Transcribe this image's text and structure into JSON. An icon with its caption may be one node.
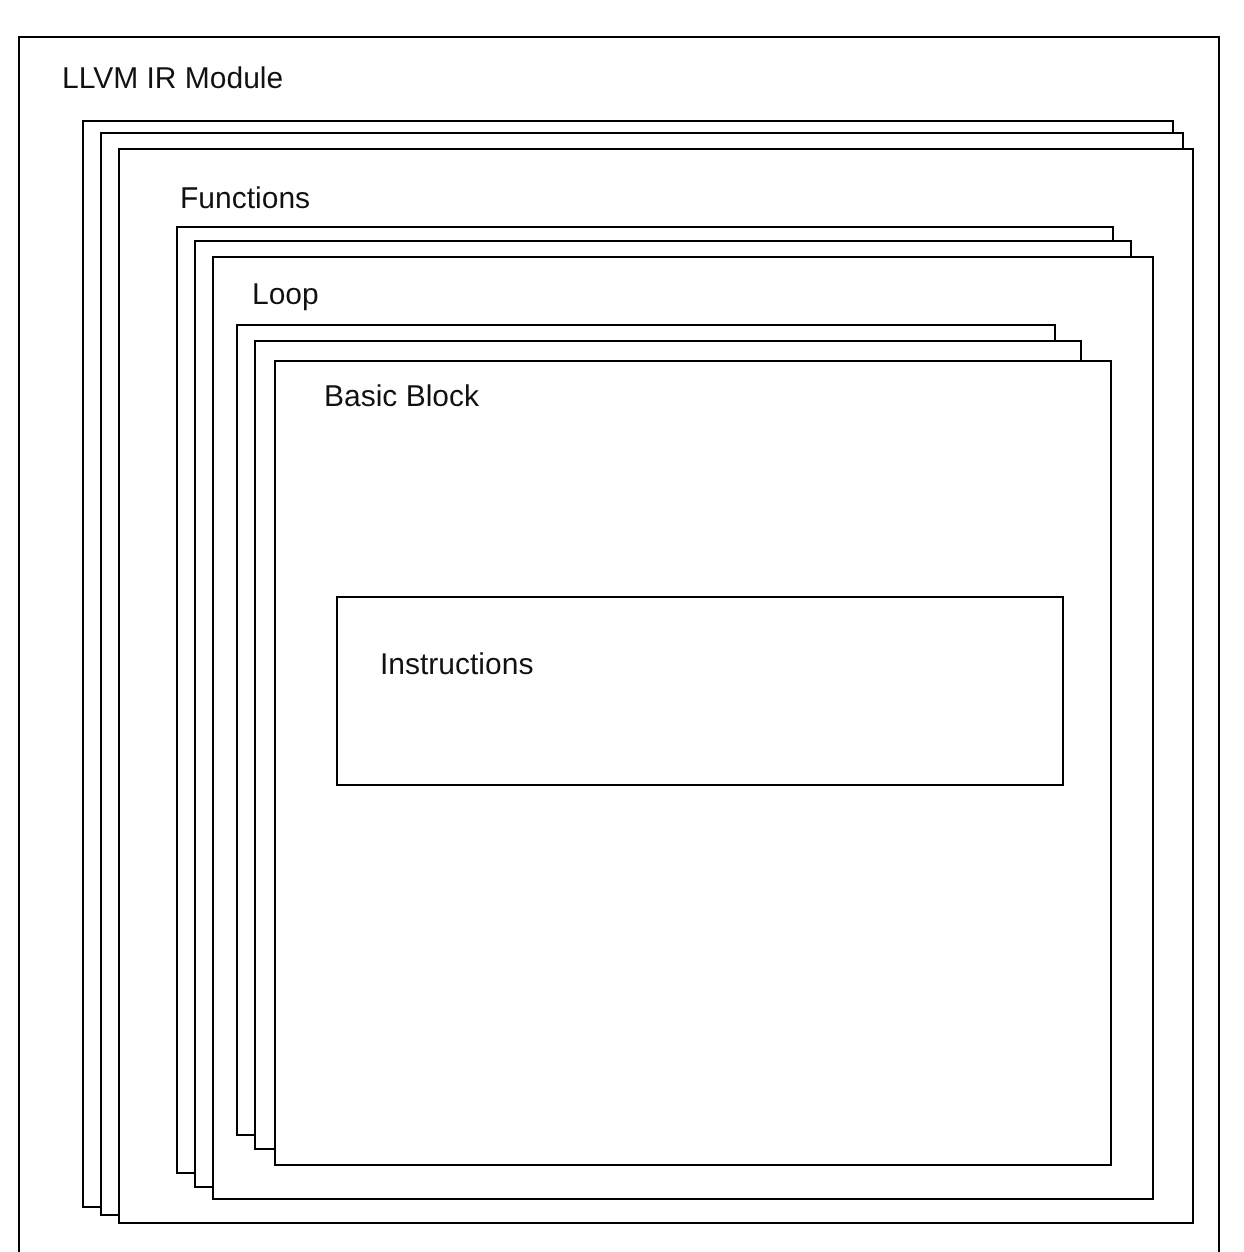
{
  "diagram": {
    "nodes": [
      {
        "text": [
          "LLVM IR Module"
        ]
      },
      {
        "text": [
          "Functions"
        ],
        "in": 0
      },
      {
        "text": [
          "Loop"
        ],
        "in": 1
      },
      {
        "text": [
          "Basic Block"
        ],
        "in": 2
      },
      {
        "text": [
          "Instructions"
        ],
        "in": 3
      }
    ]
  }
}
